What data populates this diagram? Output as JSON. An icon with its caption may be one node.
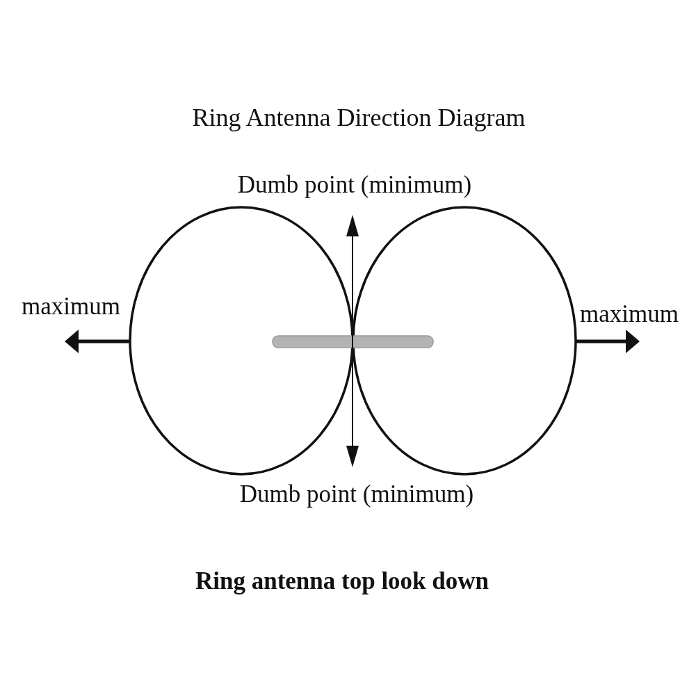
{
  "diagram": {
    "title": "Ring Antenna Direction Diagram",
    "caption": "Ring antenna top look down",
    "labels": [
      "Dumb point (minimum)",
      "maximum",
      "maximum",
      "Dumb point (minimum)"
    ]
  }
}
